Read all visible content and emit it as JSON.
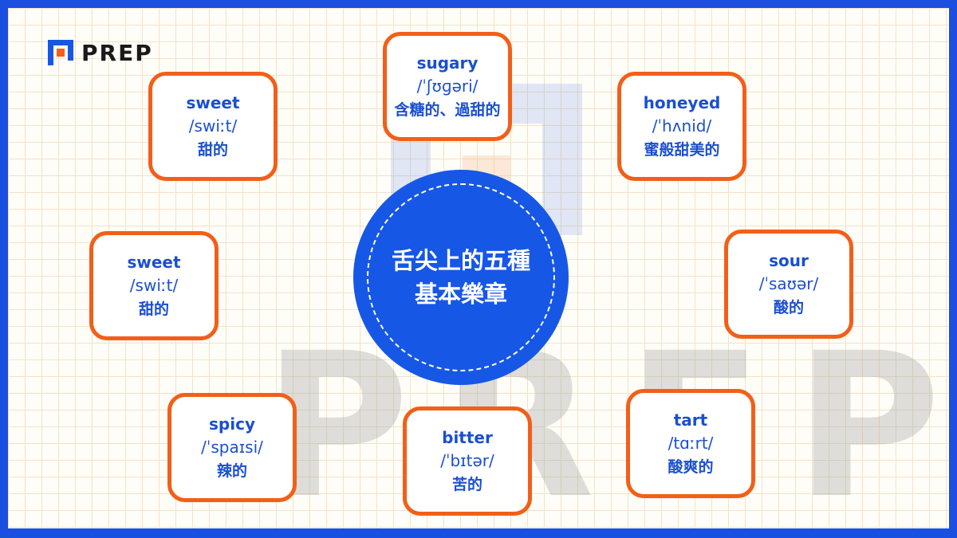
{
  "logo": {
    "text": "PREP",
    "icon": "prep-logo-icon"
  },
  "watermark": {
    "text": "PREP"
  },
  "center": {
    "line1": "舌尖上的五種",
    "line2": "基本樂章"
  },
  "cards": [
    {
      "word": "sugary",
      "ipa": "/ˈʃʊɡəri/",
      "meaning": "含糖的、過甜的"
    },
    {
      "word": "sweet",
      "ipa": "/swiːt/",
      "meaning": "甜的"
    },
    {
      "word": "honeyed",
      "ipa": "/ˈhʌnid/",
      "meaning": "蜜般甜美的"
    },
    {
      "word": "sweet",
      "ipa": "/swiːt/",
      "meaning": "甜的"
    },
    {
      "word": "sour",
      "ipa": "/ˈsaʊər/",
      "meaning": "酸的"
    },
    {
      "word": "spicy",
      "ipa": "/ˈspaɪsi/",
      "meaning": "辣的"
    },
    {
      "word": "bitter",
      "ipa": "/ˈbɪtər/",
      "meaning": "苦的"
    },
    {
      "word": "tart",
      "ipa": "/tɑːrt/",
      "meaning": "酸爽的"
    }
  ],
  "colors": {
    "frame": "#1a4fe0",
    "card_border": "#f25f18",
    "text_blue": "#1a4fd0",
    "center_fill": "#1657e6"
  }
}
